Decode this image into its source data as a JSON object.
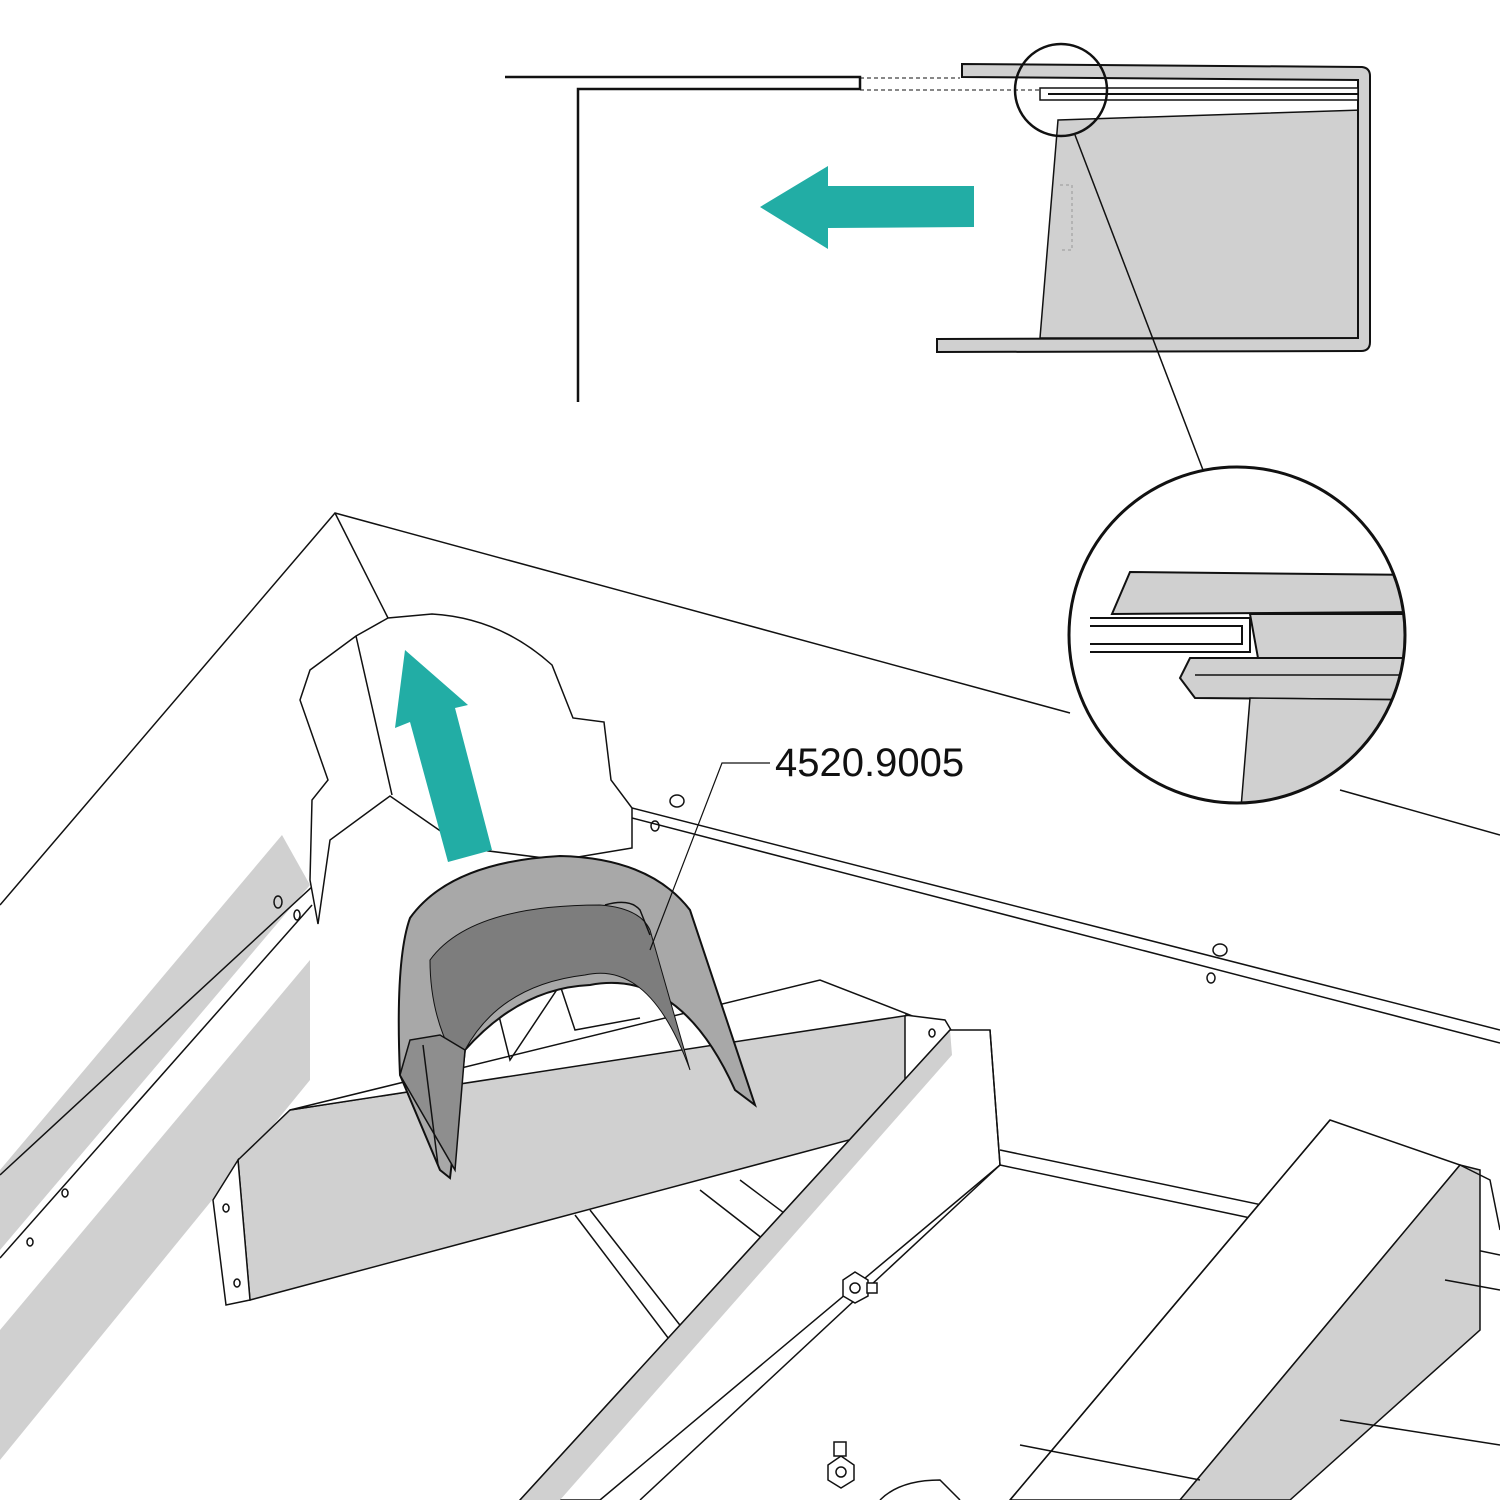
{
  "part_number": "4520.9005",
  "colors": {
    "arrow": "#22ADA5",
    "fill_light": "#D0D0D0",
    "fill_medium": "#A8A8A8",
    "fill_dark": "#7D7D7D",
    "stroke": "#111111"
  },
  "callouts": {
    "detail_zoom": "detail-magnifier",
    "part_leader": "part-number-leader"
  }
}
